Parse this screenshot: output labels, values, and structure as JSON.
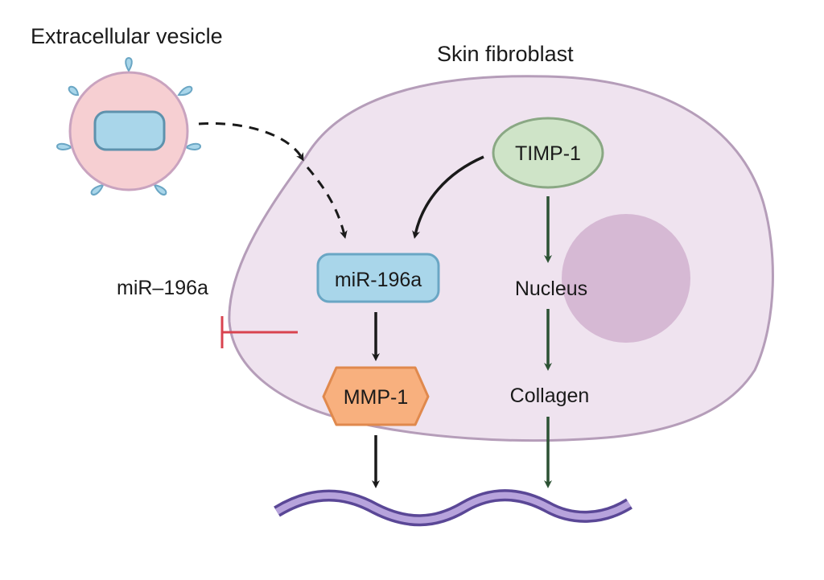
{
  "diagram": {
    "type": "biological pathway",
    "labels": {
      "vesicle": "Extracellular vesicle",
      "cell": "Skin fibroblast",
      "external_mirna": "miR–196a"
    },
    "nodes": {
      "timp1": "TIMP-1",
      "mir196a": "miR-196a",
      "mmp1": "MMP-1",
      "nucleus": "Nucleus",
      "collagen": "Collagen"
    },
    "edges": [
      {
        "from": "Extracellular vesicle",
        "to": "miR-196a",
        "style": "dashed",
        "kind": "delivery"
      },
      {
        "from": "TIMP-1",
        "to": "miR-196a",
        "style": "solid",
        "kind": "activation"
      },
      {
        "from": "TIMP-1",
        "to": "Nucleus",
        "style": "solid",
        "kind": "activation"
      },
      {
        "from": "Nucleus",
        "to": "Collagen",
        "style": "solid",
        "kind": "activation"
      },
      {
        "from": "miR-196a",
        "to": "MMP-1",
        "style": "solid",
        "kind": "activation"
      },
      {
        "from": "MMP-1",
        "to": "collagen fiber",
        "style": "solid",
        "kind": "activation"
      },
      {
        "from": "Collagen",
        "to": "collagen fiber",
        "style": "solid",
        "kind": "activation"
      },
      {
        "from": "miR–196a",
        "to": "cell",
        "style": "solid",
        "kind": "inhibition"
      }
    ],
    "colors": {
      "cell_fill": "#efe3ef",
      "cell_stroke": "#b59db9",
      "nucleus_fill": "#d6b9d4",
      "vesicle_fill": "#f6cfd2",
      "vesicle_stroke": "#c9a3bf",
      "cargo_fill": "#a9d6ea",
      "cargo_stroke": "#5e92ad",
      "timp_fill": "#cfe4c8",
      "timp_stroke": "#8aa884",
      "mir_fill": "#a9d6ea",
      "mir_stroke": "#6aa6c4",
      "mmp_fill": "#f8b07e",
      "mmp_stroke": "#e0894d",
      "green_arrow": "#2c5233",
      "black_arrow": "#1a1a1a",
      "inhibit": "#d9434f",
      "fiber_fill": "#b7a3dc",
      "fiber_stroke": "#5a4796"
    }
  }
}
